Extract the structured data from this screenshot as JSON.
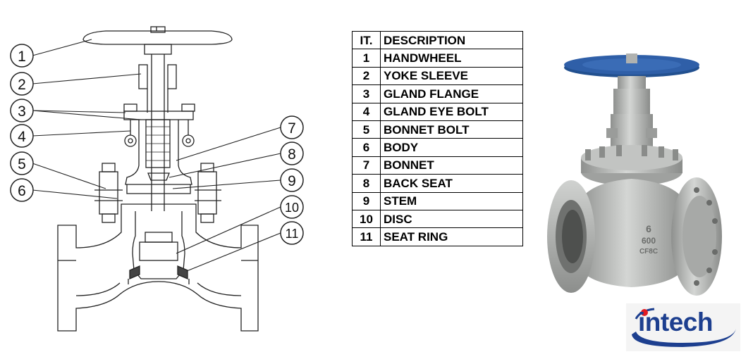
{
  "diagram": {
    "callouts": [
      "1",
      "2",
      "3",
      "4",
      "5",
      "6",
      "7",
      "8",
      "9",
      "10",
      "11"
    ]
  },
  "table": {
    "headers": {
      "it": "IT.",
      "description": "DESCRIPTION"
    },
    "rows": [
      {
        "it": "1",
        "description": "HANDWHEEL"
      },
      {
        "it": "2",
        "description": "YOKE SLEEVE"
      },
      {
        "it": "3",
        "description": "GLAND FLANGE"
      },
      {
        "it": "4",
        "description": "GLAND EYE BOLT"
      },
      {
        "it": "5",
        "description": "BONNET BOLT"
      },
      {
        "it": "6",
        "description": "BODY"
      },
      {
        "it": "7",
        "description": "BONNET"
      },
      {
        "it": "8",
        "description": "BACK SEAT"
      },
      {
        "it": "9",
        "description": "STEM"
      },
      {
        "it": "10",
        "description": "DISC"
      },
      {
        "it": "11",
        "description": "SEAT RING"
      }
    ]
  },
  "photo": {
    "casting_marks": [
      "6",
      "600",
      "CF8C"
    ]
  },
  "logo": {
    "text": "intech",
    "colors": {
      "text": "#1d3f8f",
      "dot": "#e11b22",
      "swoosh": "#1d3f8f"
    }
  },
  "colors": {
    "handwheel_blue": "#2f5fa8",
    "steel": "#b8bab8",
    "line": "#222222"
  }
}
